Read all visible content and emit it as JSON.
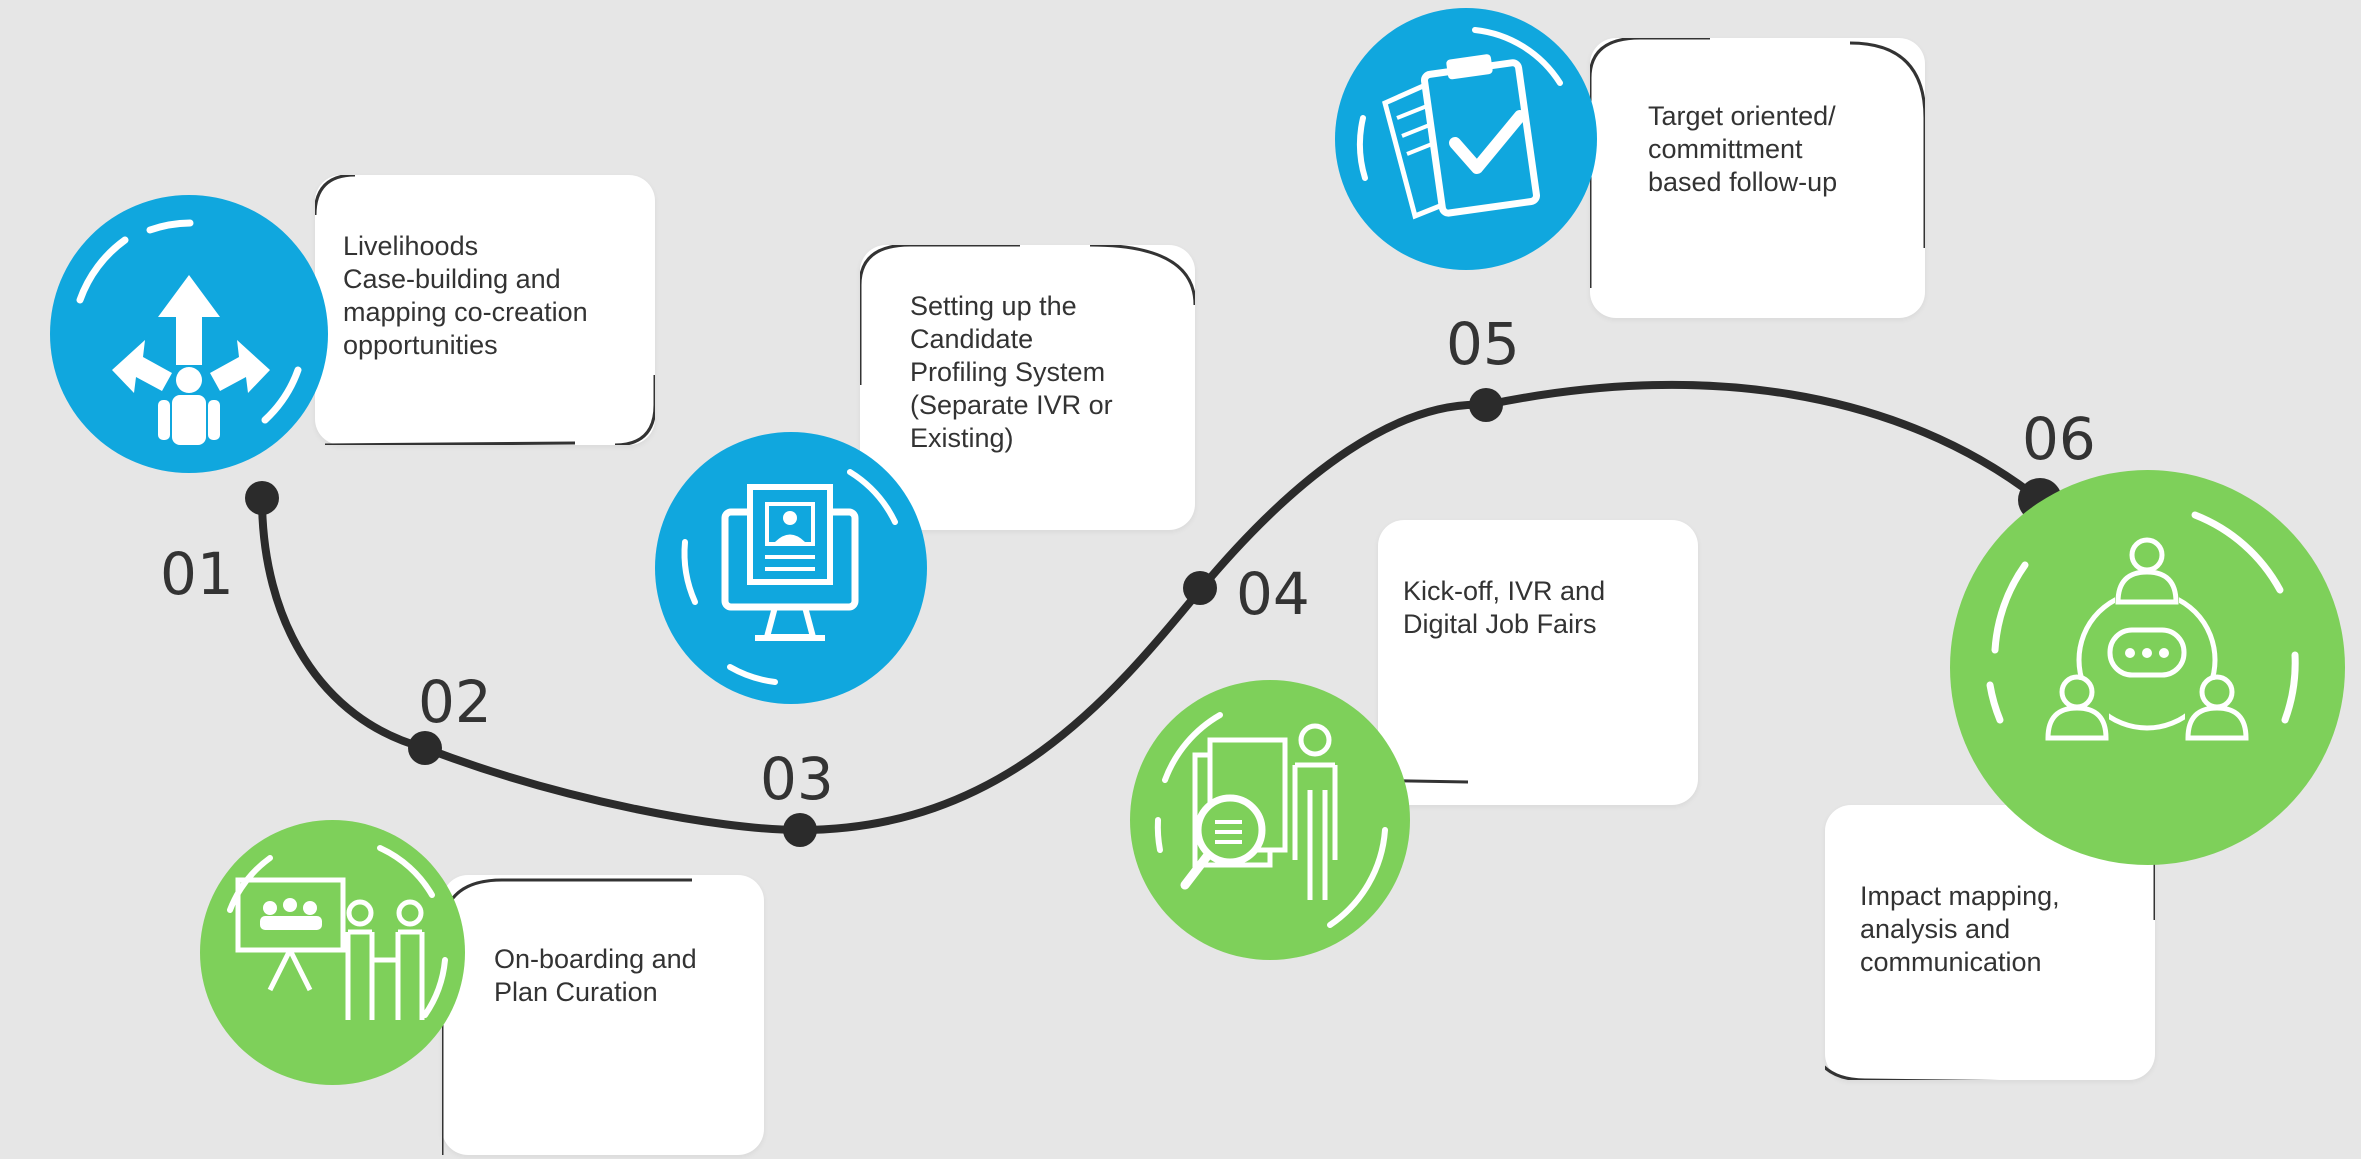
{
  "colors": {
    "background": "#e6e6e6",
    "blue": "#10a7de",
    "green": "#7ed05a",
    "path": "#2b2b2b",
    "text": "#333333"
  },
  "steps": [
    {
      "number": "01",
      "text": "Livelihoods\nCase-building and\nmapping co-creation\nopportunities",
      "icon": "crossroads-arrows-person-icon",
      "color": "blue"
    },
    {
      "number": "02",
      "text": "On-boarding and\nPlan Curation",
      "icon": "presentation-handshake-icon",
      "color": "green"
    },
    {
      "number": "03",
      "text": "Setting up the\nCandidate\nProfiling System\n(Separate IVR or\nExisting)",
      "icon": "computer-profile-icon",
      "color": "blue"
    },
    {
      "number": "04",
      "text": "Kick-off, IVR and\nDigital Job Fairs",
      "icon": "candidate-search-icon",
      "color": "green"
    },
    {
      "number": "05",
      "text": "Target oriented/\ncommittment\nbased follow-up",
      "icon": "clipboard-check-icon",
      "color": "blue"
    },
    {
      "number": "06",
      "text": "Impact mapping,\nanalysis and\ncommunication",
      "icon": "team-communication-icon",
      "color": "green"
    }
  ]
}
